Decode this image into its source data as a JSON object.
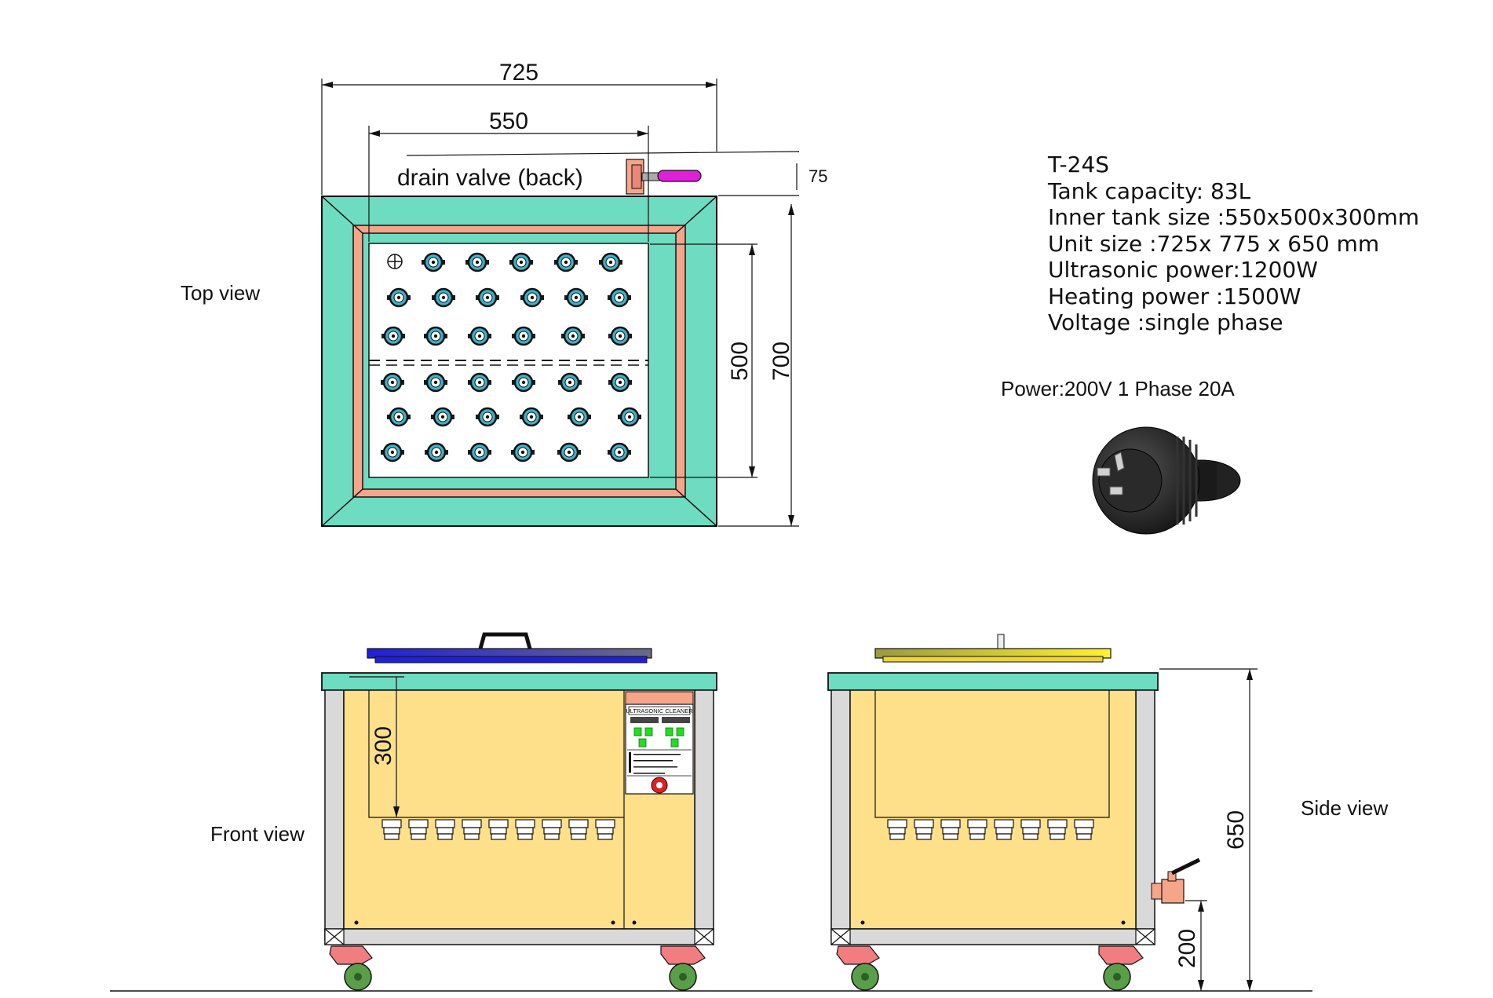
{
  "dimensions": {
    "width_outer": "725",
    "width_inner": "550",
    "valve_offset": "75",
    "depth_inner": "500",
    "depth_outer": "700",
    "tank_depth": "300",
    "unit_height": "650",
    "drain_height": "200"
  },
  "labels": {
    "drain_valve": "drain valve (back)",
    "top_view": "Top view",
    "front_view": "Front view",
    "side_view": "Side view"
  },
  "specs": {
    "model": "T-24S",
    "capacity": "Tank capacity: 83L",
    "inner_size": "Inner tank size :550x500x300mm",
    "unit_size": "Unit size :725x 775 x 650 mm",
    "ultrasonic_power": "Ultrasonic power:1200W",
    "heating_power": "Heating power :1500W",
    "voltage": "Voltage :single phase"
  },
  "power": "Power:200V 1 Phase 20A",
  "control_panel": {
    "title": "ULTRASONIC CLEANER"
  },
  "colors": {
    "frame_teal": "#6ddcc0",
    "inner_salmon": "#f4a58a",
    "body_yellow": "#fee08b",
    "side_gray": "#d9d9d9",
    "transducer_ring": "#3cb3c9",
    "lid_blue": "#1f1fd6",
    "lid_yellow": "#ecd43a",
    "valve_handle": "#e020d8",
    "wheel_green": "#5a9e4a",
    "caster_pink": "#f27d80"
  },
  "icons": [
    "plug-icon",
    "ground-symbol-icon",
    "emergency-stop-icon"
  ]
}
